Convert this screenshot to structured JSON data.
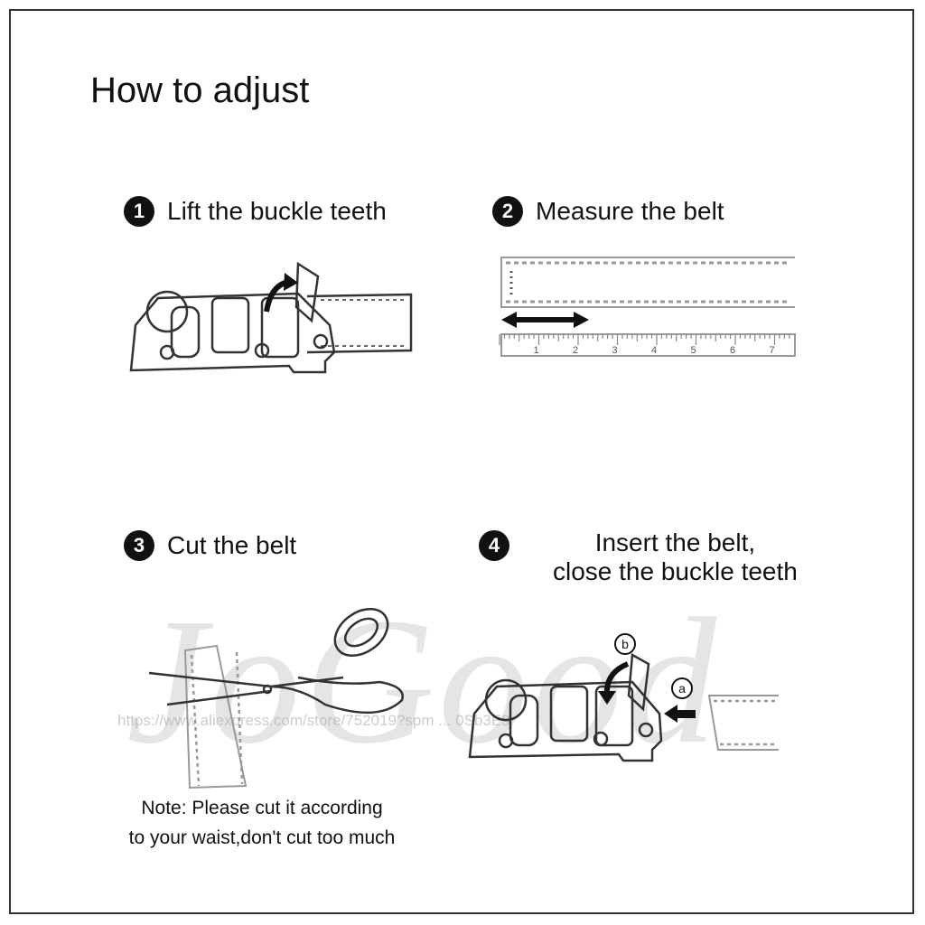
{
  "title": "How to adjust",
  "steps": [
    {
      "number": "1",
      "label": "Lift the buckle teeth"
    },
    {
      "number": "2",
      "label": "Measure the belt"
    },
    {
      "number": "3",
      "label": "Cut the belt"
    },
    {
      "number": "4",
      "label_line1": "Insert the belt,",
      "label_line2": "close the buckle teeth"
    }
  ],
  "ruler_ticks": [
    "1",
    "2",
    "3",
    "4",
    "5",
    "6",
    "7"
  ],
  "markers": {
    "a": "a",
    "b": "b"
  },
  "note": {
    "line1": "Note: Please cut it according",
    "line2": "to your waist,don't cut too much"
  },
  "watermark": {
    "brand": "JoGood",
    "url": "https://www.aliexpress.com/store/752019?spm...0Sb3E9"
  }
}
